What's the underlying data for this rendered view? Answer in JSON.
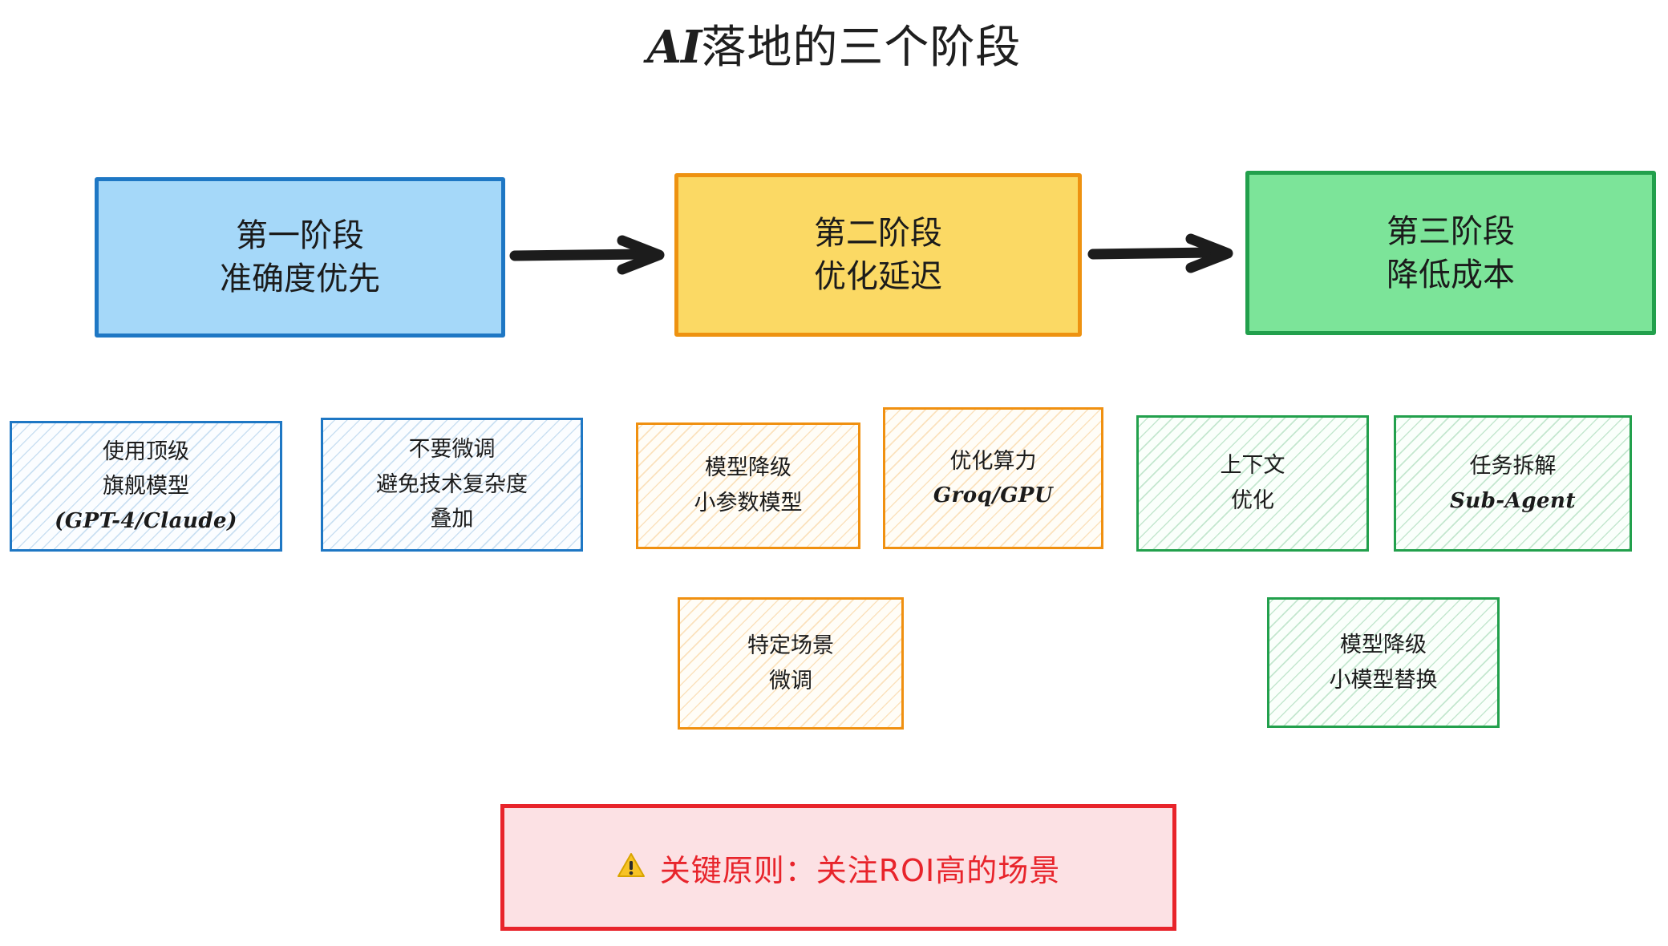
{
  "title": {
    "latin": "AI",
    "cjk": "落地的三个阶段",
    "full": "AI落地的三个阶段"
  },
  "stages": [
    {
      "id": "stage-1",
      "line1": "第一阶段",
      "line2": "准确度优先",
      "fill": "#A5D8F9",
      "stroke": "#1E77C4"
    },
    {
      "id": "stage-2",
      "line1": "第二阶段",
      "line2": "优化延迟",
      "fill": "#FBD964",
      "stroke": "#EE9210"
    },
    {
      "id": "stage-3",
      "line1": "第三阶段",
      "line2": "降低成本",
      "fill": "#7CE499",
      "stroke": "#22A04C"
    }
  ],
  "arrows": [
    {
      "id": "arrow-1",
      "from": "stage-1",
      "to": "stage-2"
    },
    {
      "id": "arrow-2",
      "from": "stage-2",
      "to": "stage-3"
    }
  ],
  "sub_boxes": [
    {
      "id": "sub-1",
      "color": "blue",
      "stage": "stage-1",
      "row": 1,
      "lines": [
        "使用顶级",
        "旗舰模型"
      ],
      "hand_line": "(GPT-4/Claude)"
    },
    {
      "id": "sub-2",
      "color": "blue",
      "stage": "stage-1",
      "row": 1,
      "lines": [
        "不要微调",
        "避免技术复杂度",
        "叠加"
      ],
      "hand_line": ""
    },
    {
      "id": "sub-3",
      "color": "orange",
      "stage": "stage-2",
      "row": 1,
      "lines": [
        "模型降级",
        "小参数模型"
      ],
      "hand_line": ""
    },
    {
      "id": "sub-4",
      "color": "orange",
      "stage": "stage-2",
      "row": 1,
      "lines": [
        "优化算力"
      ],
      "hand_line": "Groq/GPU"
    },
    {
      "id": "sub-5",
      "color": "green",
      "stage": "stage-3",
      "row": 1,
      "lines": [
        "上下文",
        "优化"
      ],
      "hand_line": ""
    },
    {
      "id": "sub-6",
      "color": "green",
      "stage": "stage-3",
      "row": 1,
      "lines": [
        "任务拆解"
      ],
      "hand_line": "Sub-Agent"
    },
    {
      "id": "sub-7",
      "color": "orange",
      "stage": "stage-2",
      "row": 2,
      "lines": [
        "特定场景",
        "微调"
      ],
      "hand_line": ""
    },
    {
      "id": "sub-8",
      "color": "green",
      "stage": "stage-3",
      "row": 2,
      "lines": [
        "模型降级",
        "小模型替换"
      ],
      "hand_line": ""
    }
  ],
  "warning": {
    "icon": "⚠",
    "icon_name": "warning-triangle-icon",
    "text": "关键原则：关注ROI高的场景",
    "fill": "#FCE1E4",
    "stroke": "#E8242B",
    "text_color": "#E8242B"
  }
}
